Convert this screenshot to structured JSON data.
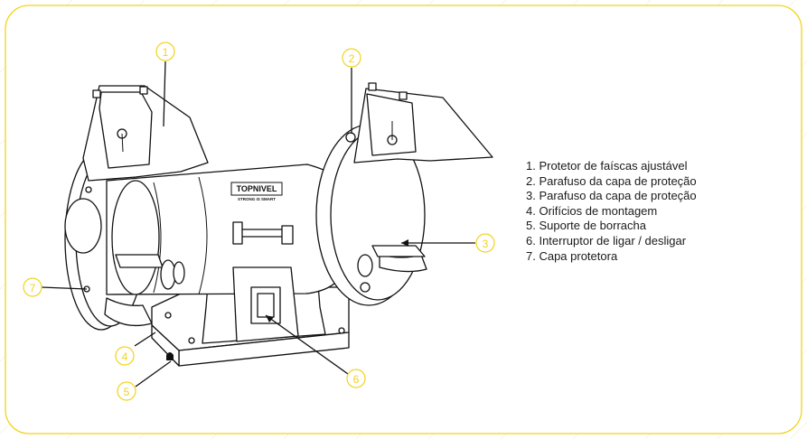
{
  "brand": {
    "name": "TOPNIVEL",
    "tagline": "STRONG IS SMART"
  },
  "colors": {
    "frame": "#f2d31b",
    "callout": "#f2d31b",
    "ink": "#111111",
    "text": "#1a1a1a"
  },
  "callouts": [
    {
      "number": "1",
      "label": "Protetor de faíscas ajustável"
    },
    {
      "number": "2",
      "label": "Parafuso da capa de proteção"
    },
    {
      "number": "3",
      "label": "Parafuso da capa de proteção"
    },
    {
      "number": "4",
      "label": "Orifícios de montagem"
    },
    {
      "number": "5",
      "label": "Suporte de borracha"
    },
    {
      "number": "6",
      "label": "Interruptor de ligar / desligar"
    },
    {
      "number": "7",
      "label": "Capa protetora"
    }
  ],
  "legend": [
    "1. Protetor de faíscas ajustável",
    "2. Parafuso da capa de proteção",
    "3. Parafuso da capa de proteção",
    "4. Orifícios de montagem",
    "5. Suporte de borracha",
    "6. Interruptor de ligar / desligar",
    "7. Capa protetora"
  ]
}
